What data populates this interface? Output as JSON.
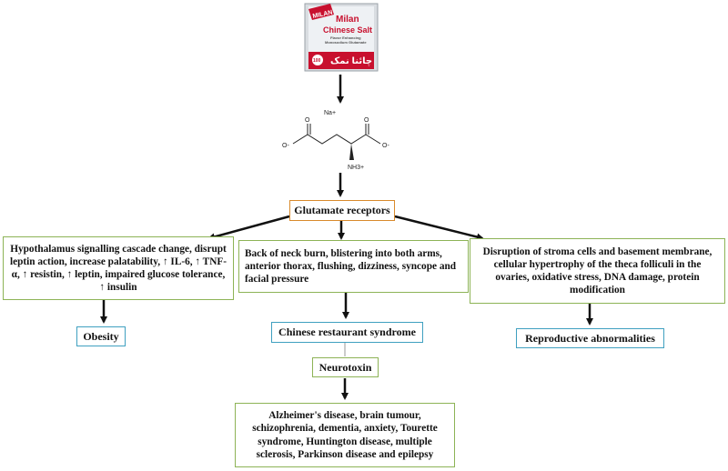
{
  "packet": {
    "brand_badge": "MILAN",
    "brand": "Milan",
    "product": "Chinese Salt",
    "tagline_1": "Flavor Enhancing",
    "tagline_2": "Monosodium Glutamate",
    "urdu_label": "چائنا نمک",
    "seal": "100"
  },
  "molecule": {
    "cation": "Na+",
    "amine": "NH3+",
    "anion_left": "O-",
    "anion_right": "O-",
    "oxygen": "O"
  },
  "nodes": {
    "glutamate_receptors": "Glutamate receptors",
    "hypothalamus": "Hypothalamus signalling cascade change, disrupt leptin action, increase palatability, ↑ IL-6, ↑ TNF-α, ↑ resistin, ↑ leptin, impaired glucose tolerance, ↑ insulin",
    "symptoms": "Back of neck burn, blistering into both arms, anterior thorax, flushing, dizziness,  syncope and facial pressure",
    "ovary_disruption": "Disruption of stroma cells and basement membrane, cellular hypertrophy of the theca folliculi in the ovaries, oxidative stress, DNA damage, protein modification",
    "obesity": "Obesity",
    "chinese_restaurant_syndrome": "Chinese restaurant syndrome",
    "reproductive_abnormalities": "Reproductive abnormalities",
    "neurotoxin": "Neurotoxin",
    "diseases": "Alzheimer's disease, brain tumour, schizophrenia, dementia, anxiety, Tourette syndrome, Huntington disease, multiple sclerosis, Parkinson disease and epilepsy"
  },
  "colors": {
    "green_border": "#8db356",
    "blue_border": "#3fa0c0",
    "orange_border": "#d98a2c",
    "arrow": "#111111",
    "packet_red": "#c8102e"
  }
}
